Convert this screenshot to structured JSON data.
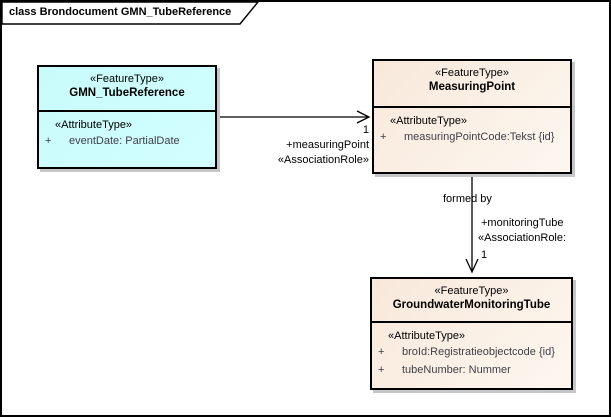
{
  "diagram": {
    "title": "class Brondocument GMN_TubeReference"
  },
  "colors": {
    "class_fill_cyan": "#ccffff",
    "class_fill_tan": "#f8e8da",
    "border": "#000000",
    "attribute_text": "#3f3f48",
    "shadow": "#c6c6c6"
  },
  "classes": [
    {
      "stereotype": "«FeatureType»",
      "name": "GMN_TubeReference",
      "attr_header": "«AttributeType»",
      "attributes": [
        {
          "visibility": "+",
          "text": "eventDate: PartialDate"
        }
      ]
    },
    {
      "stereotype": "«FeatureType»",
      "name": "MeasuringPoint",
      "attr_header": "«AttributeType»",
      "attributes": [
        {
          "visibility": "+",
          "text": "measuringPointCode:Tekst {id}"
        }
      ]
    },
    {
      "stereotype": "«FeatureType»",
      "name": "GroundwaterMonitoringTube",
      "attr_header": "«AttributeType»",
      "attributes": [
        {
          "visibility": "+",
          "text": "broId:Registratieobjectcode {id}"
        },
        {
          "visibility": "+",
          "text": "tubeNumber: Nummer"
        }
      ]
    }
  ],
  "associations": [
    {
      "target_multiplicity": "1",
      "role": "+measuringPoint",
      "role_stereotype": "«AssociationRole»"
    },
    {
      "name": "formed by",
      "role": "+monitoringTube",
      "role_stereotype": "«AssociationRole:",
      "target_multiplicity": "1"
    }
  ]
}
